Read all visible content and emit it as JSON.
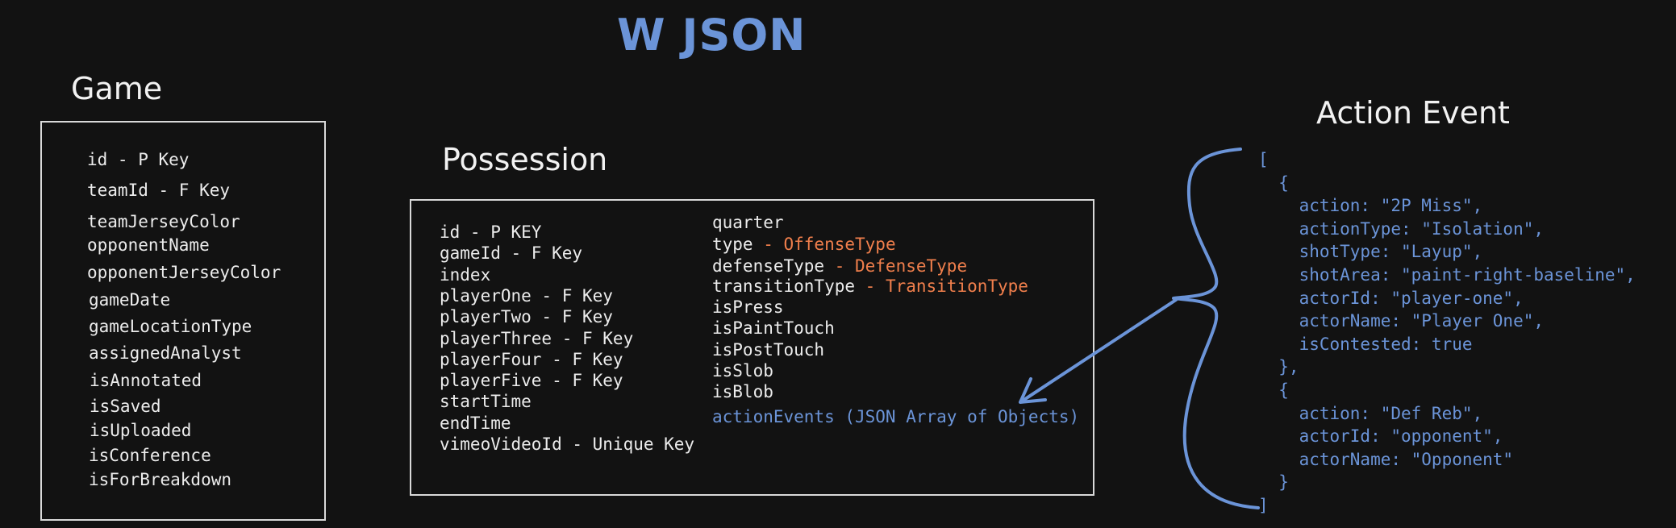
{
  "title": "W JSON",
  "game": {
    "heading": "Game",
    "fields": [
      "id - P Key",
      "teamId - F Key",
      "teamJerseyColor",
      "opponentName",
      "opponentJerseyColor",
      "gameDate",
      "gameLocationType",
      "assignedAnalyst",
      "isAnnotated",
      "isSaved",
      "isUploaded",
      "isConference",
      "isForBreakdown"
    ]
  },
  "possession": {
    "heading": "Possession",
    "left_fields": [
      "id - P KEY",
      "gameId - F Key",
      "index",
      "playerOne - F Key",
      "playerTwo - F Key",
      "playerThree - F Key",
      "playerFour - F Key",
      "playerFive - F Key",
      "startTime",
      "endTime",
      "vimeoVideoId - Unique Key"
    ],
    "right_fields": [
      {
        "name": "quarter",
        "ref": ""
      },
      {
        "name": "type",
        "ref": "- OffenseType"
      },
      {
        "name": "defenseType",
        "ref": "- DefenseType"
      },
      {
        "name": "transitionType",
        "ref": "- TransitionType"
      },
      {
        "name": "isPress",
        "ref": ""
      },
      {
        "name": "isPaintTouch",
        "ref": ""
      },
      {
        "name": "isPostTouch",
        "ref": ""
      },
      {
        "name": "isSlob",
        "ref": ""
      },
      {
        "name": "isBlob",
        "ref": ""
      }
    ],
    "action_events_label": "actionEvents (JSON Array of Objects)"
  },
  "action_event": {
    "heading": "Action Event",
    "json_lines": [
      "[",
      "  {",
      "    action: \"2P Miss\",",
      "    actionType: \"Isolation\",",
      "    shotType: \"Layup\",",
      "    shotArea: \"paint-right-baseline\",",
      "    actorId: \"player-one\",",
      "    actorName: \"Player One\",",
      "    isContested: true",
      "  },",
      "  {",
      "    action: \"Def Reb\",",
      "    actorId: \"opponent\",",
      "    actorName: \"Opponent\"",
      "  }",
      "]"
    ]
  },
  "colors": {
    "background": "#121212",
    "accent_blue": "#6b94d8",
    "accent_orange": "#f07f4c",
    "text": "#ececec"
  }
}
